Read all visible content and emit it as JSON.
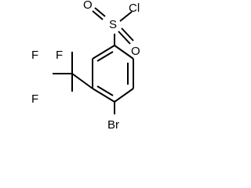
{
  "molecule": {
    "atoms": {
      "chlorine": "Cl",
      "sulfur": "S",
      "oxygen_top": "O",
      "oxygen_bottom": "O",
      "fluorine_top_left": "F",
      "fluorine_top_right": "F",
      "fluorine_bottom": "F",
      "bromine": "Br"
    }
  }
}
